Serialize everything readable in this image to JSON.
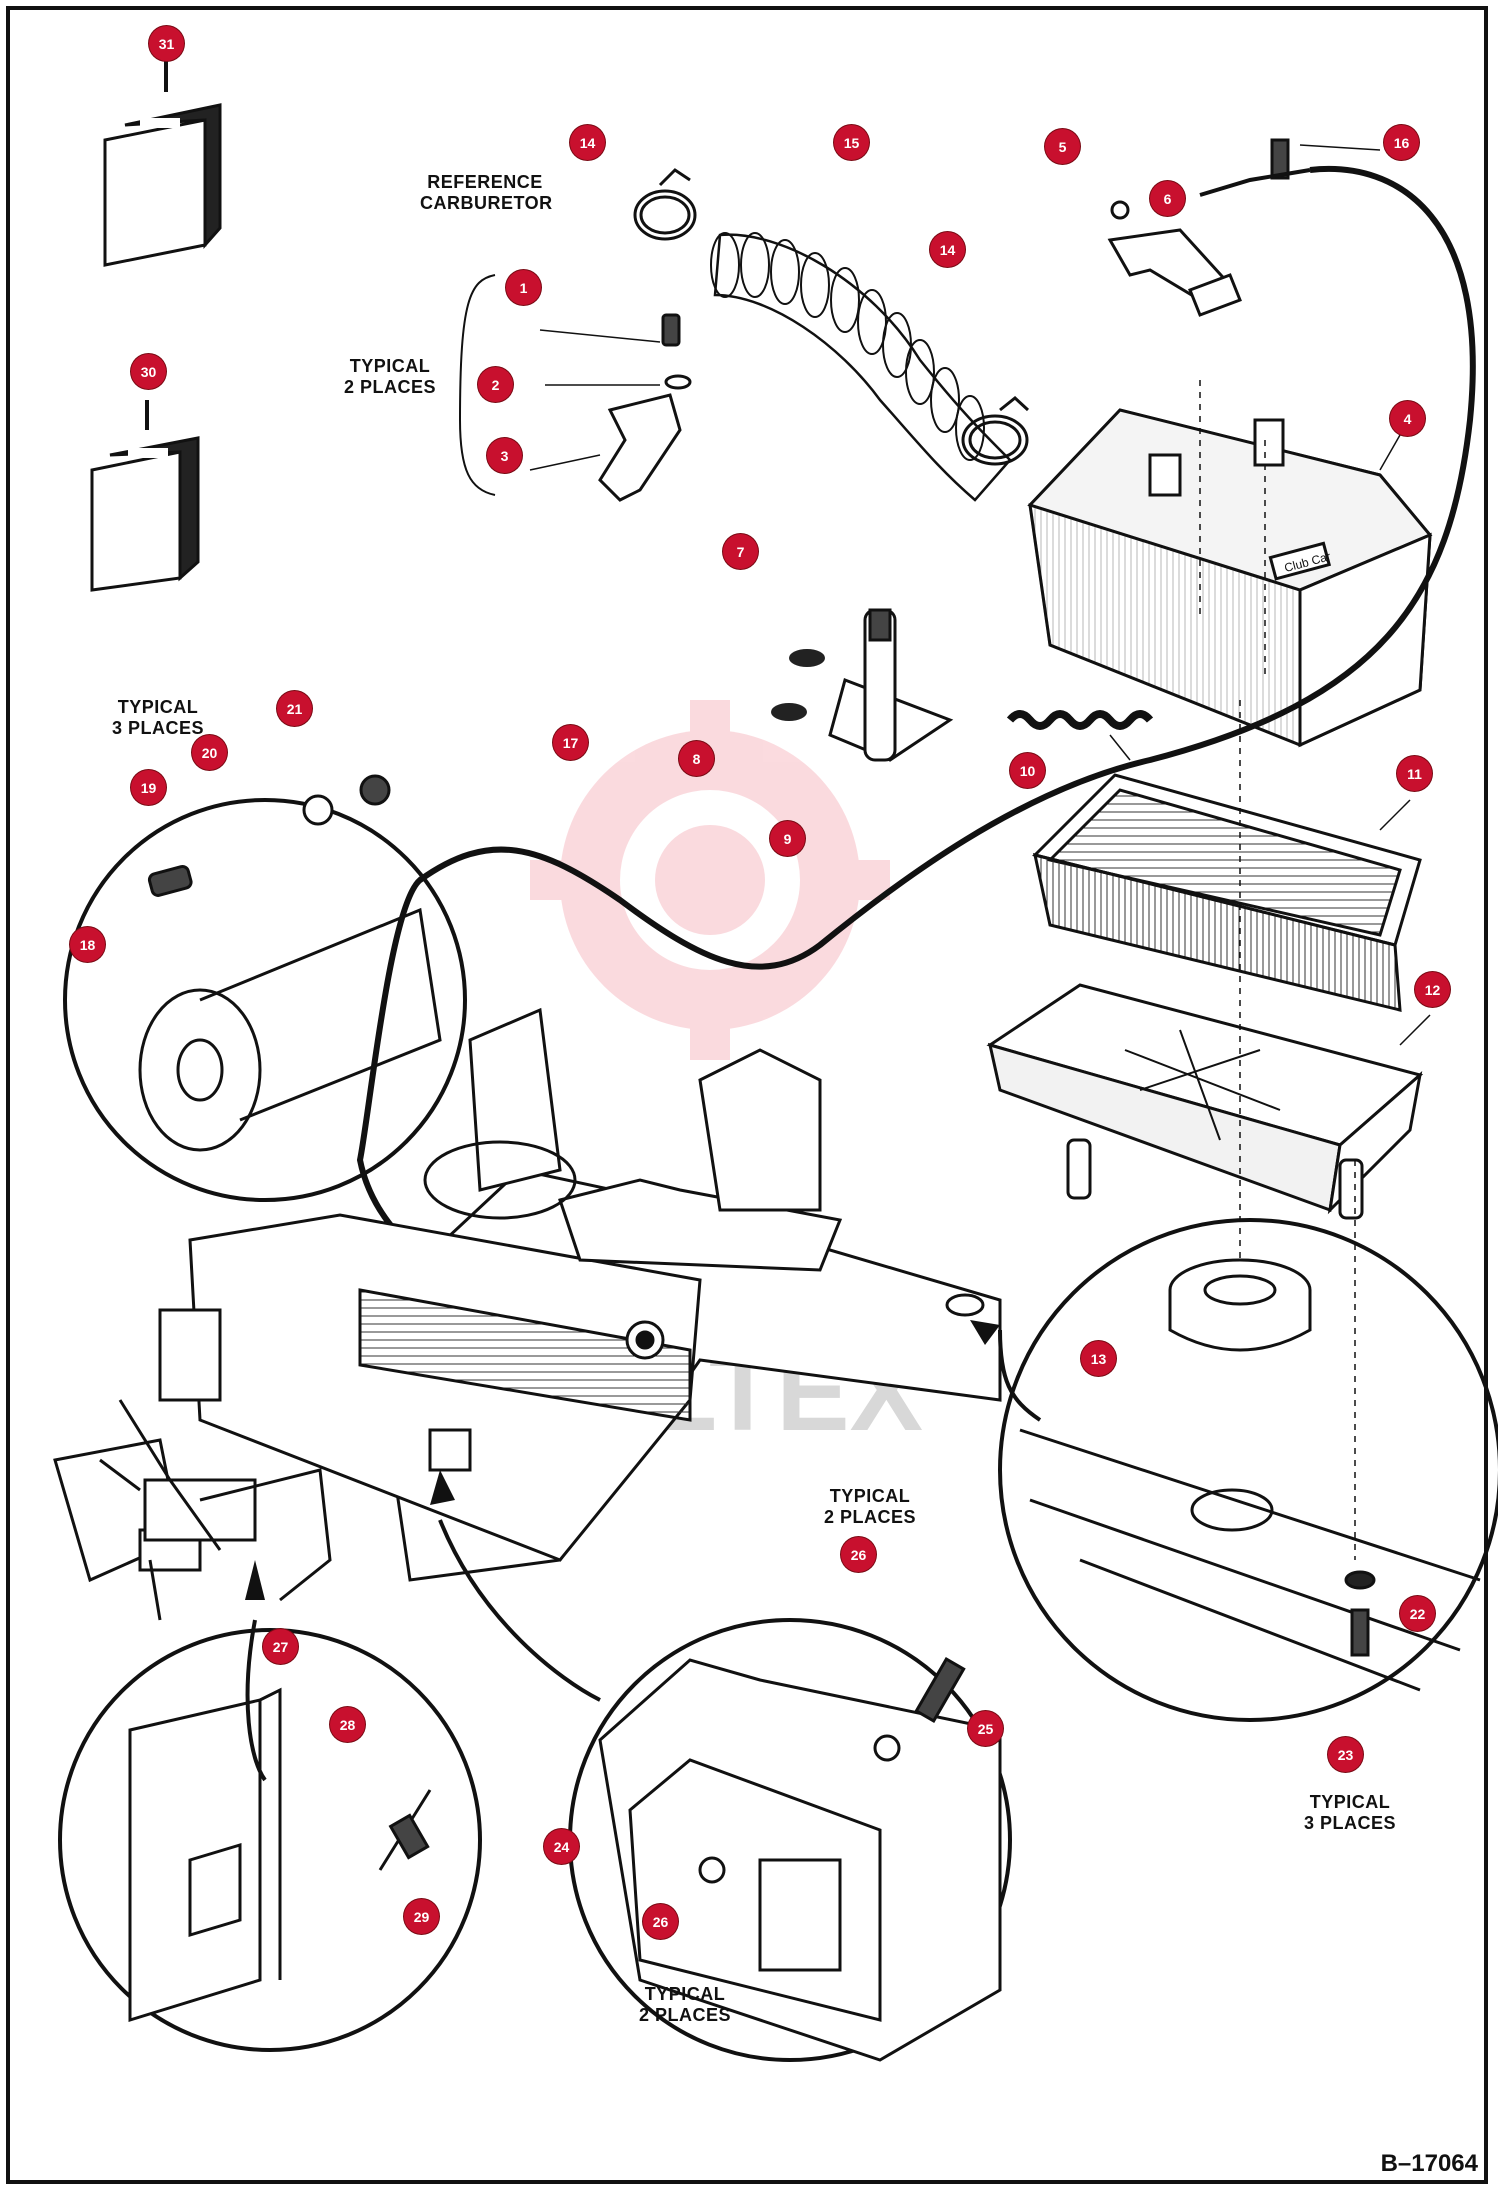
{
  "diagram": {
    "document_number": "B–17064",
    "watermark": "HILTEX",
    "accent_color": "#c8102e",
    "callouts": [
      "1",
      "2",
      "3",
      "4",
      "5",
      "6",
      "7",
      "8",
      "9",
      "10",
      "11",
      "12",
      "13",
      "14",
      "14",
      "15",
      "16",
      "17",
      "18",
      "19",
      "20",
      "21",
      "22",
      "23",
      "24",
      "25",
      "26",
      "26",
      "27",
      "28",
      "29",
      "30",
      "31"
    ],
    "labels": {
      "reference_carburetor": "REFERENCE\nCARBURETOR",
      "typical_2_places_a": "TYPICAL\n2 PLACES",
      "typical_3_places_a": "TYPICAL\n3 PLACES",
      "typical_2_places_b": "TYPICAL\n2 PLACES",
      "typical_3_places_b": "TYPICAL\n3 PLACES",
      "typical_2_places_c": "TYPICAL\n2 PLACES"
    }
  }
}
